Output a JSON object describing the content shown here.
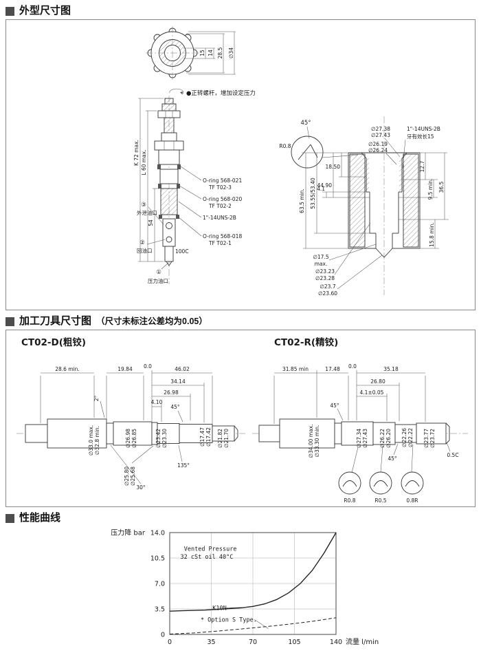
{
  "sections": {
    "outline": {
      "title": "外型尺寸图"
    },
    "tooling": {
      "title": "加工刀具尺寸图",
      "note": "（尺寸未标注公差均为0.05）"
    },
    "performance": {
      "title": "性能曲线"
    }
  },
  "outline": {
    "knob_dims": [
      "15",
      "14",
      "28.5",
      "∅34"
    ],
    "note": "●正转螺杆，增加设定压力",
    "valve": {
      "left_dims": [
        "K 72 max.",
        "L 60 max.",
        "54"
      ],
      "ports": [
        {
          "num": "③",
          "label": "外泄油口"
        },
        {
          "num": "②",
          "label": "回油口"
        },
        {
          "num": "①",
          "label": "压力油口"
        }
      ],
      "tip_note": "100C",
      "thread": "1\"-14UNS-2B",
      "callouts": [
        {
          "l1": "O-ring 568-021",
          "l2": "TF T02-3"
        },
        {
          "l1": "O-ring 568-020",
          "l2": "TF T02-2"
        },
        {
          "l1": "O-ring 568-018",
          "l2": "TF T02-1"
        }
      ]
    },
    "cavity": {
      "detail_angle": "45°",
      "detail_radius": "R0.8",
      "top_dias": [
        "∅27.38",
        "∅27.43",
        "∅26.19",
        "∅26.24"
      ],
      "thread": "1\"-14UNS-2B",
      "thread_note": "牙有效长15",
      "left_dims": [
        "18.50",
        "44.90",
        "4.1",
        "53.55/53.40",
        "63.5 min."
      ],
      "right_dims": [
        "12.7",
        "9.5 min.",
        "36.5",
        "15.8 min."
      ],
      "bottom_dias": [
        "∅17.5",
        "max.",
        "∅23.23",
        "∅23.28",
        "∅23.7",
        "∅23.60"
      ]
    }
  },
  "tooling": {
    "left": {
      "title": "CT02-D(粗铰)",
      "top_dims": [
        "28.6 min.",
        "19.84",
        "0.0",
        "46.02",
        "34.14",
        "26.98",
        "4.10"
      ],
      "angles": [
        "2°",
        "45°",
        "135°",
        "30°"
      ],
      "dias": [
        "∅33.0 max.",
        "∅32.8 min.",
        "∅26.98",
        "∅26.85",
        "∅23.42",
        "∅23.30",
        "∅17.47",
        "∅17.42",
        "∅21.82",
        "∅21.70",
        "∅25.80",
        "∅25.68"
      ]
    },
    "right": {
      "title": "CT02-R(精铰)",
      "top_dims": [
        "31.85 min",
        "17.48",
        "0.0",
        "35.18",
        "26.80",
        "4.1±0.05"
      ],
      "angles": [
        "45°",
        "45°"
      ],
      "dias": [
        "∅34.00 max.",
        "∅33.30 min.",
        "∅27.34",
        "∅27.43",
        "∅26.22",
        "∅26.20",
        "∅22.26",
        "∅22.22",
        "∅23.77",
        "∅23.72"
      ],
      "chamfer": "0.5C",
      "radii": [
        "R0.8",
        "R0.5",
        "0.8R"
      ]
    }
  },
  "chart_data": {
    "type": "line",
    "xlabel": "流量 l/min",
    "ylabel": "压力降 bar",
    "xlim": [
      0,
      140
    ],
    "ylim": [
      0,
      14
    ],
    "xticks": [
      "0",
      "35",
      "70",
      "105",
      "140"
    ],
    "yticks": [
      "0",
      "3.5",
      "7.0",
      "10.5",
      "14.0"
    ],
    "grid": true,
    "legend_position": "none",
    "series": [
      {
        "name": "K10N",
        "style": "solid",
        "x": [
          0,
          10,
          20,
          30,
          40,
          50,
          60,
          70,
          80,
          90,
          100,
          110,
          120,
          130,
          140
        ],
        "y": [
          3.2,
          3.25,
          3.3,
          3.35,
          3.45,
          3.55,
          3.65,
          3.85,
          4.2,
          4.8,
          5.7,
          7.0,
          8.8,
          11.2,
          14.0
        ]
      },
      {
        "name": "Option S Type",
        "style": "dashed",
        "x": [
          0,
          20,
          40,
          60,
          80,
          100,
          120,
          140
        ],
        "y": [
          0.05,
          0.2,
          0.45,
          0.75,
          1.05,
          1.4,
          1.8,
          2.3
        ]
      }
    ],
    "annotations": [
      {
        "text": "Vented Pressure",
        "x": 12,
        "y": 11.5
      },
      {
        "text": "32 cSt oil 40°C",
        "x": 9,
        "y": 10.4
      },
      {
        "text": "K10N",
        "x": 36,
        "y": 3.35,
        "ax": 65,
        "ay": 3.75
      },
      {
        "text": "* Option S Type.",
        "x": 26,
        "y": 1.75,
        "ax": 83,
        "ay": 0.8
      }
    ]
  }
}
